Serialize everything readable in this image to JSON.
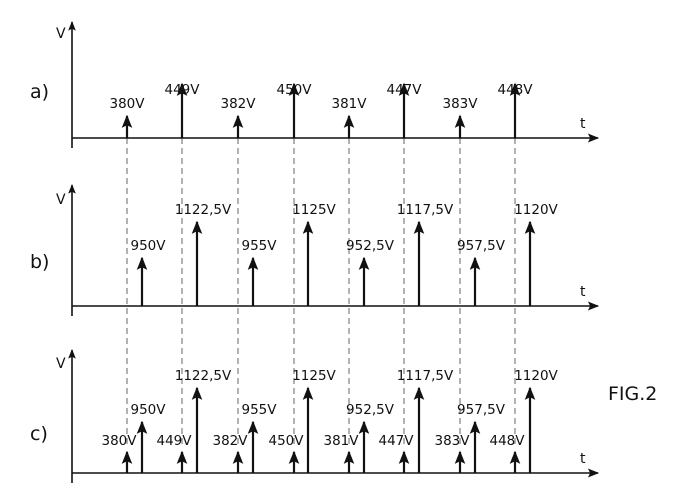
{
  "figure": {
    "label": "FIG.2",
    "axis_y": "V",
    "axis_x": "t"
  },
  "panels": [
    {
      "id": "a",
      "label": "a)",
      "pulses": [
        {
          "value": "380V",
          "kind": "low"
        },
        {
          "value": "449V",
          "kind": "high"
        },
        {
          "value": "382V",
          "kind": "low"
        },
        {
          "value": "450V",
          "kind": "high"
        },
        {
          "value": "381V",
          "kind": "low"
        },
        {
          "value": "447V",
          "kind": "high"
        },
        {
          "value": "383V",
          "kind": "low"
        },
        {
          "value": "448V",
          "kind": "high"
        }
      ]
    },
    {
      "id": "b",
      "label": "b)",
      "pulses": [
        {
          "value": "950V",
          "kind": "low"
        },
        {
          "value": "1122,5V",
          "kind": "high"
        },
        {
          "value": "955V",
          "kind": "low"
        },
        {
          "value": "1125V",
          "kind": "high"
        },
        {
          "value": "952,5V",
          "kind": "low"
        },
        {
          "value": "1117,5V",
          "kind": "high"
        },
        {
          "value": "957,5V",
          "kind": "low"
        },
        {
          "value": "1120V",
          "kind": "high"
        }
      ]
    },
    {
      "id": "c",
      "label": "c)",
      "pulses_small": [
        "380V",
        "449V",
        "382V",
        "450V",
        "381V",
        "447V",
        "383V",
        "448V"
      ],
      "pulses_big": [
        "950V",
        "1122,5V",
        "955V",
        "1125V",
        "952,5V",
        "1117,5V",
        "957,5V",
        "1120V"
      ]
    }
  ]
}
